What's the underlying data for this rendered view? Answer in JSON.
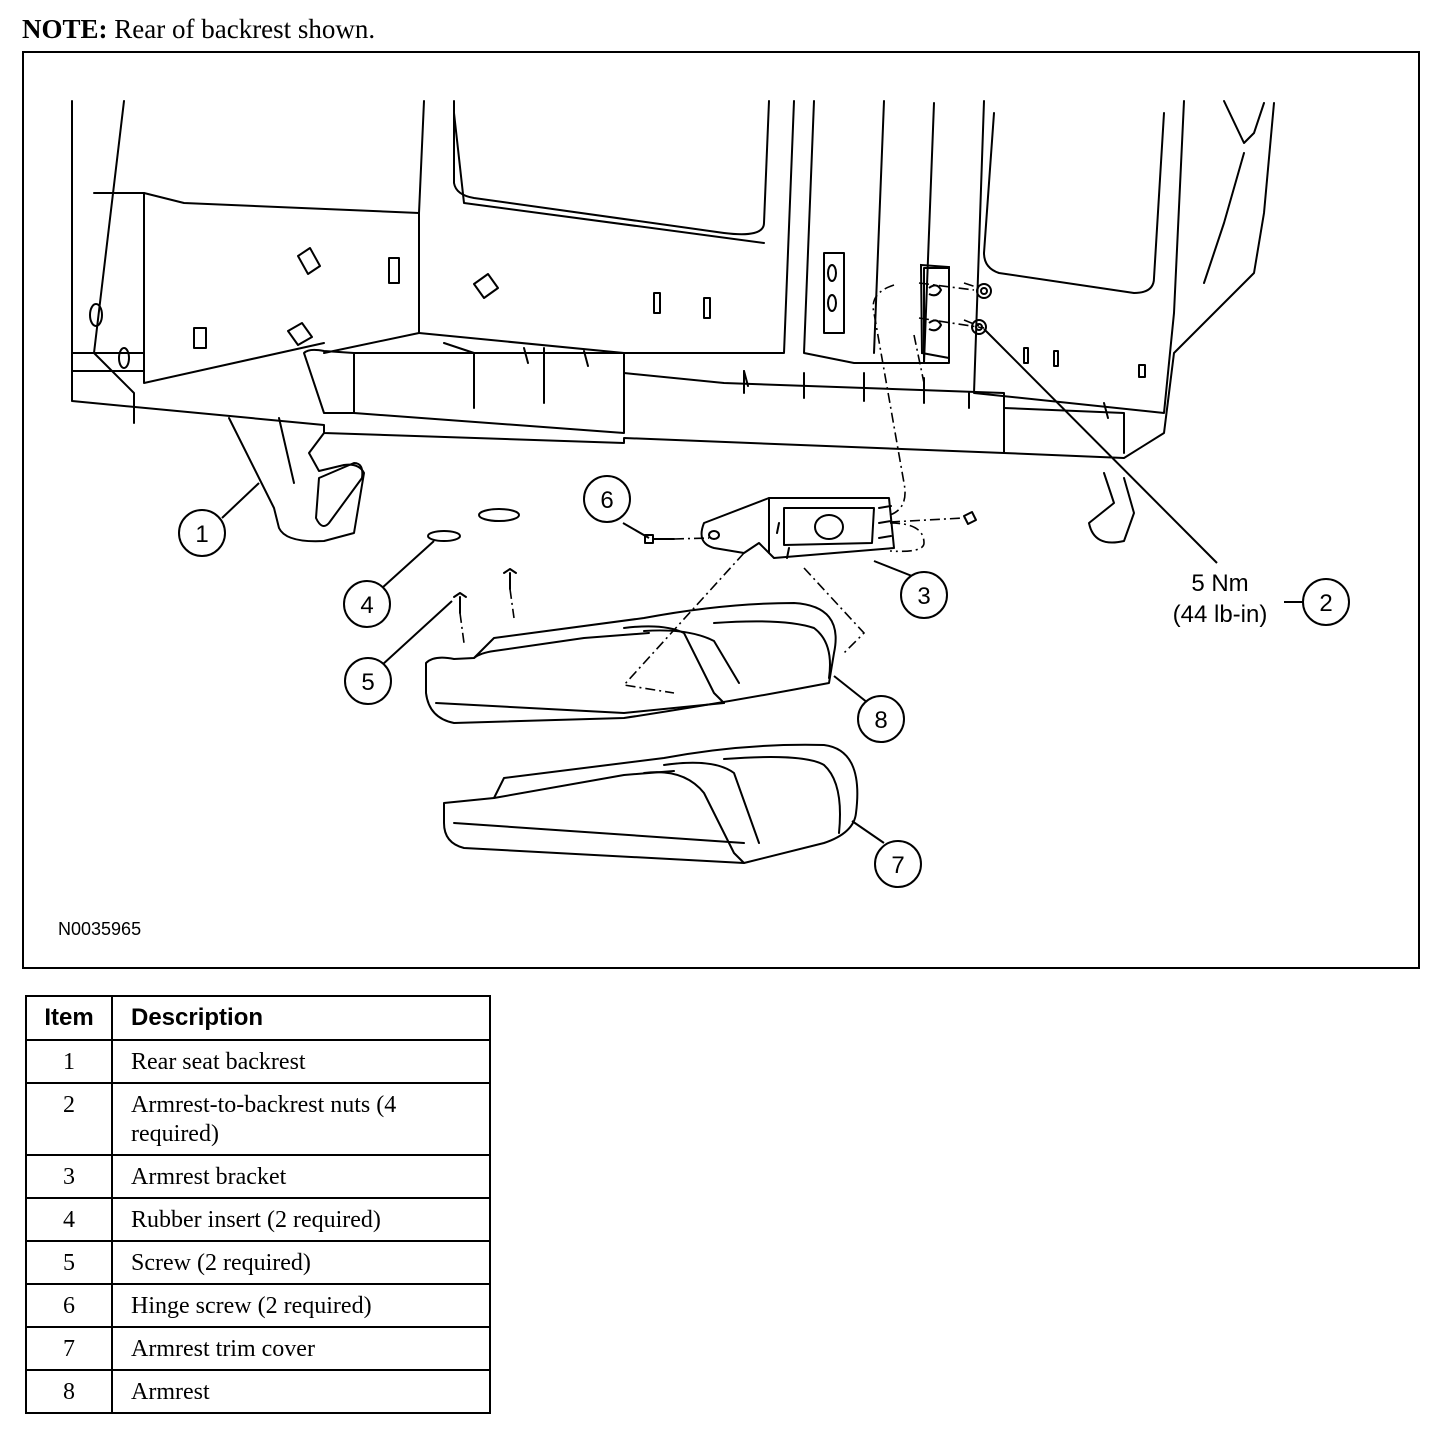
{
  "note": {
    "label": "NOTE:",
    "text": "Rear of backrest shown."
  },
  "figure": {
    "id": "N0035965",
    "torque_line1": "5 Nm",
    "torque_line2": "(44 lb-in)",
    "callouts": [
      "1",
      "2",
      "3",
      "4",
      "5",
      "6",
      "7",
      "8"
    ]
  },
  "table": {
    "headers": [
      "Item",
      "Description"
    ],
    "rows": [
      {
        "item": "1",
        "description": "Rear seat backrest"
      },
      {
        "item": "2",
        "description": "Armrest-to-backrest nuts (4 required)"
      },
      {
        "item": "3",
        "description": "Armrest bracket"
      },
      {
        "item": "4",
        "description": "Rubber insert (2 required)"
      },
      {
        "item": "5",
        "description": "Screw (2 required)"
      },
      {
        "item": "6",
        "description": "Hinge screw (2 required)"
      },
      {
        "item": "7",
        "description": "Armrest trim cover"
      },
      {
        "item": "8",
        "description": "Armrest"
      }
    ]
  }
}
